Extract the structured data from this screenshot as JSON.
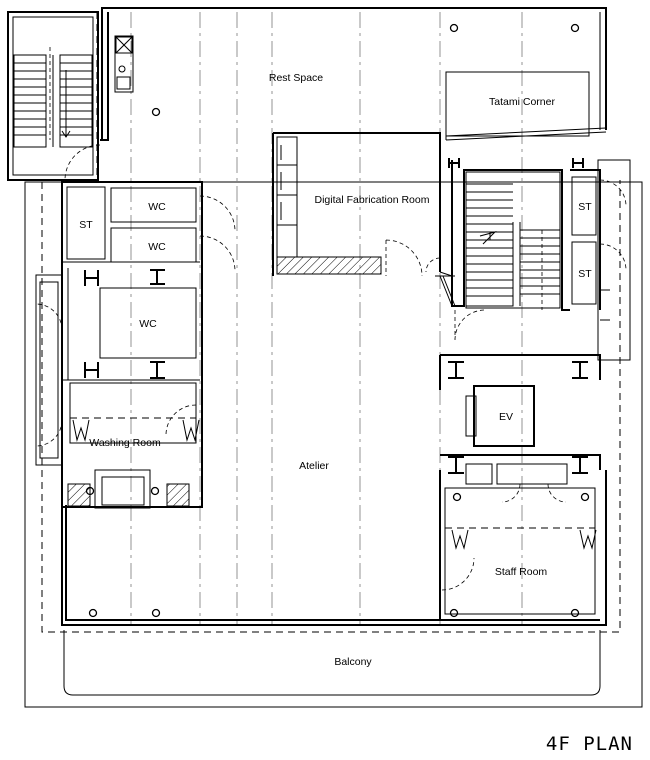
{
  "plan_title": "4F PLAN",
  "rooms": {
    "rest_space": "Rest Space",
    "tatami_corner": "Tatami Corner",
    "digital_fabrication_room": "Digital Fabrication Room",
    "wc_upper": "WC",
    "wc_middle": "WC",
    "wc_large": "WC",
    "st_left": "ST",
    "st_right_upper": "ST",
    "st_right_lower": "ST",
    "ev": "EV",
    "washing_room": "Washing Room",
    "atelier": "Atelier",
    "staff_room": "Staff Room",
    "balcony": "Balcony"
  }
}
